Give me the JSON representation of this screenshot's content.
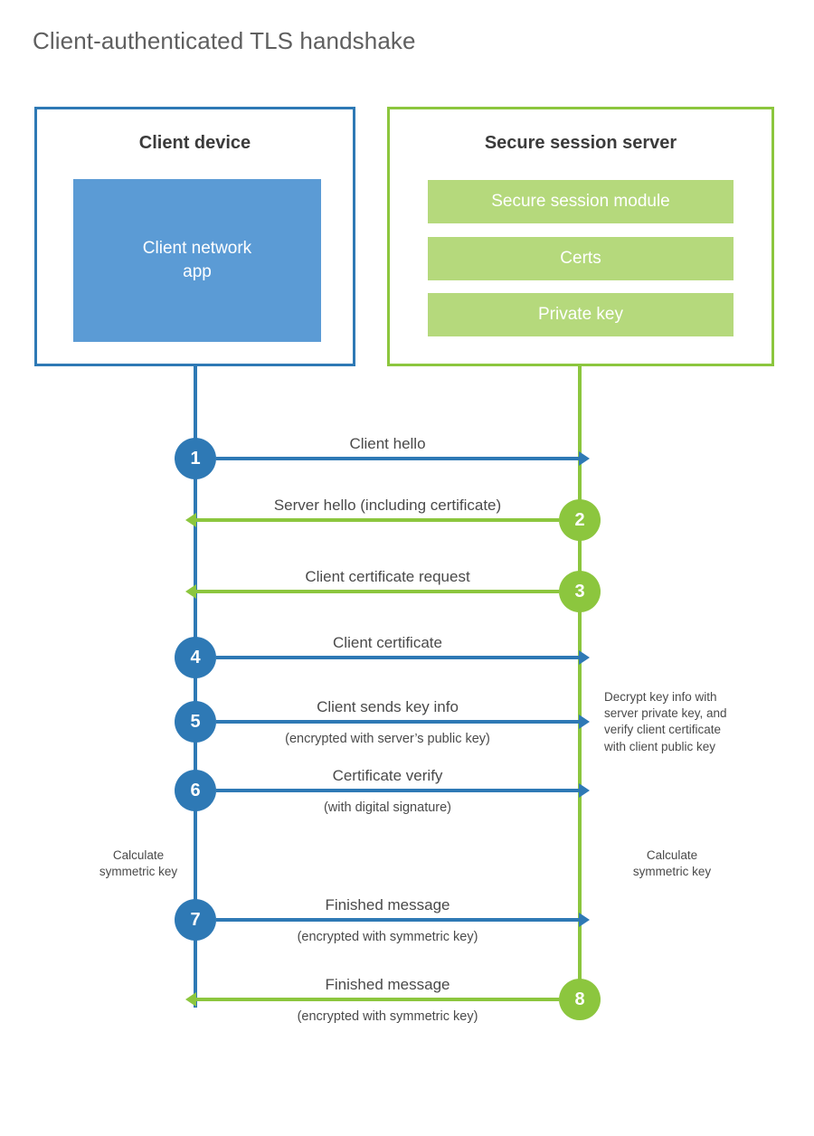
{
  "title": "Client-authenticated TLS handshake",
  "client": {
    "title": "Client device",
    "app_label": "Client network\napp"
  },
  "server": {
    "title": "Secure session server",
    "bars": [
      {
        "label": "Secure session module"
      },
      {
        "label": "Certs"
      },
      {
        "label": "Private key"
      }
    ]
  },
  "steps": [
    {
      "num": "1",
      "side": "client",
      "direction": "to-server",
      "label": "Client hello",
      "sublabel": ""
    },
    {
      "num": "2",
      "side": "server",
      "direction": "to-client",
      "label": "Server hello (including certificate)",
      "sublabel": ""
    },
    {
      "num": "3",
      "side": "server",
      "direction": "to-client",
      "label": "Client certificate request",
      "sublabel": ""
    },
    {
      "num": "4",
      "side": "client",
      "direction": "to-server",
      "label": "Client certificate",
      "sublabel": ""
    },
    {
      "num": "5",
      "side": "client",
      "direction": "to-server",
      "label": "Client sends key info",
      "sublabel": "(encrypted with server’s public key)"
    },
    {
      "num": "6",
      "side": "client",
      "direction": "to-server",
      "label": "Certificate verify",
      "sublabel": "(with digital signature)"
    },
    {
      "num": "7",
      "side": "client",
      "direction": "to-server",
      "label": "Finished message",
      "sublabel": "(encrypted with symmetric key)"
    },
    {
      "num": "8",
      "side": "server",
      "direction": "to-client",
      "label": "Finished message",
      "sublabel": "(encrypted with symmetric key)"
    }
  ],
  "notes": {
    "server_decrypt": "Decrypt key info with\nserver private key, and\nverify client certificate\nwith client public key",
    "client_calc": "Calculate\nsymmetric key",
    "server_calc": "Calculate\nsymmetric key"
  },
  "colors": {
    "client_blue": "#2E79B5",
    "client_app_fill": "#5B9BD5",
    "server_green": "#8CC63E",
    "server_bar_fill": "#B5D97C",
    "title_gray": "#5f5f5f",
    "text_gray": "#4a4a4a",
    "background": "#ffffff"
  }
}
